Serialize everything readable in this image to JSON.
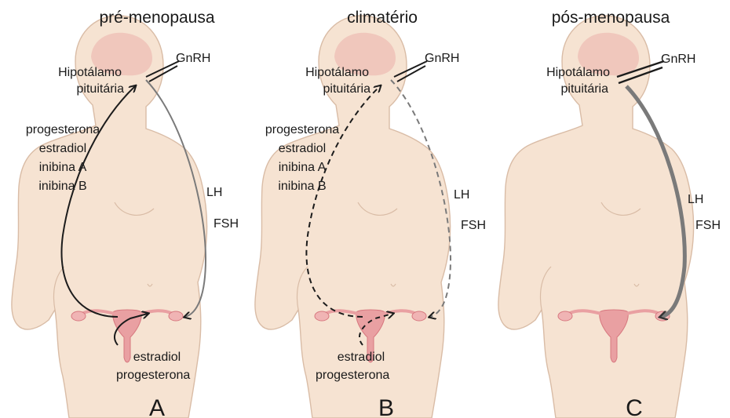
{
  "panels": [
    {
      "title": "pré-menopausa",
      "letter": "A",
      "gnrh": "GnRH",
      "brain_label_1": "Hipotálamo",
      "brain_label_2": "pituitária",
      "ovary_hormones": [
        "progesterona",
        "estradiol",
        "inibina A",
        "inibina B"
      ],
      "pituitary_hormones": [
        "LH",
        "FSH"
      ],
      "local_hormones": [
        "estradiol",
        "progesterona"
      ]
    },
    {
      "title": "climatério",
      "letter": "B",
      "gnrh": "GnRH",
      "brain_label_1": "Hipotálamo",
      "brain_label_2": "pituitária",
      "ovary_hormones": [
        "progesterona",
        "estradiol",
        "inibina A",
        "inibina B"
      ],
      "pituitary_hormones": [
        "LH",
        "FSH"
      ],
      "local_hormones": [
        "estradiol",
        "progesterona"
      ]
    },
    {
      "title": "pós-menopausa",
      "letter": "C",
      "gnrh": "GnRH",
      "brain_label_1": "Hipotálamo",
      "brain_label_2": "pituitária",
      "pituitary_hormones": [
        "LH",
        "FSH"
      ]
    }
  ],
  "colors": {
    "skin": "#f6e3d2",
    "skin_outline": "#d9bca6",
    "brain": "#efc2b8",
    "organ": "#e9a0a2",
    "organ_dark": "#d7787f",
    "feedback_arrow": "#1c1c1c",
    "gonadotropin_arrow": "#7a7a7a"
  }
}
